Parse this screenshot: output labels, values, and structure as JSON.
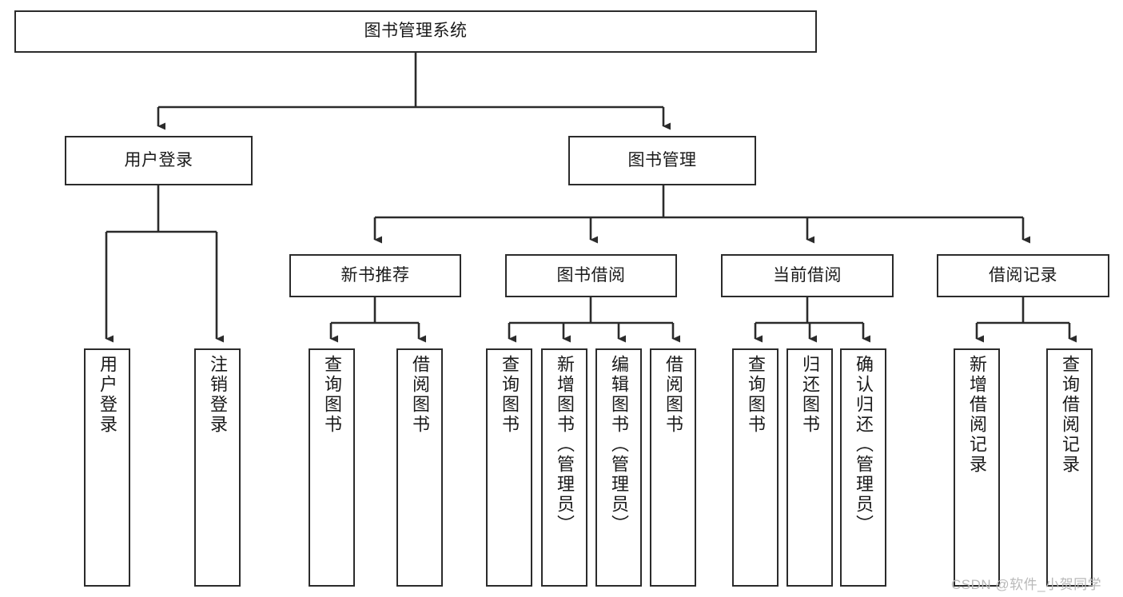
{
  "diagram": {
    "type": "tree-hierarchy",
    "title": "图书管理系统",
    "watermark": "CSDN @软件_小贺同学",
    "colors": {
      "box_border": "#2b2b2b",
      "box_fill": "#ffffff",
      "connector": "#2b2b2b",
      "text": "#1a1a1a",
      "watermark": "#b9b9b9"
    },
    "levels": {
      "root": {
        "label": "图书管理系统"
      },
      "level2": [
        {
          "id": "user-login",
          "label": "用户登录"
        },
        {
          "id": "book-manage",
          "label": "图书管理"
        }
      ],
      "level3": [
        {
          "id": "new-book-recommend",
          "label": "新书推荐"
        },
        {
          "id": "book-borrow",
          "label": "图书借阅"
        },
        {
          "id": "current-borrow",
          "label": "当前借阅"
        },
        {
          "id": "borrow-record",
          "label": "借阅记录"
        }
      ],
      "leaves": {
        "user-login": [
          {
            "id": "leaf-user-login",
            "label": "用户登录"
          },
          {
            "id": "leaf-logout",
            "label": "注销登录"
          }
        ],
        "new-book-recommend": [
          {
            "id": "leaf-query-book-1",
            "label": "查询图书"
          },
          {
            "id": "leaf-borrow-book-1",
            "label": "借阅图书"
          }
        ],
        "book-borrow": [
          {
            "id": "leaf-query-book-2",
            "label": "查询图书"
          },
          {
            "id": "leaf-add-book",
            "label": "新增图书（管理员）"
          },
          {
            "id": "leaf-edit-book",
            "label": "编辑图书（管理员）"
          },
          {
            "id": "leaf-borrow-book-2",
            "label": "借阅图书"
          }
        ],
        "current-borrow": [
          {
            "id": "leaf-query-book-3",
            "label": "查询图书"
          },
          {
            "id": "leaf-return-book",
            "label": "归还图书"
          },
          {
            "id": "leaf-confirm-return",
            "label": "确认归还（管理员）"
          }
        ],
        "borrow-record": [
          {
            "id": "leaf-add-record",
            "label": "新增借阅记录"
          },
          {
            "id": "leaf-query-record",
            "label": "查询借阅记录"
          }
        ]
      }
    }
  }
}
